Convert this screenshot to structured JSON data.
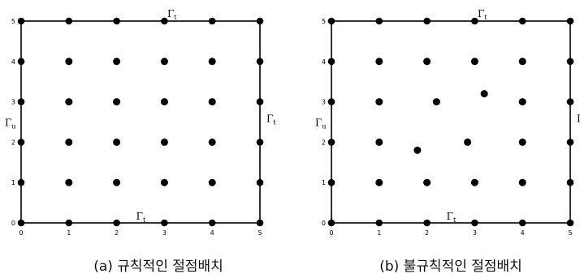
{
  "panels": [
    {
      "id": "a",
      "caption": "(a) 규칙적인 절점배치",
      "ticks": [
        "0",
        "1",
        "2",
        "3",
        "4",
        "5"
      ],
      "boundary": {
        "top": {
          "symbol": "Γ",
          "sub": "t"
        },
        "bottom": {
          "symbol": "Γ",
          "sub": "t"
        },
        "left": {
          "symbol": "Γ",
          "sub": "u"
        },
        "right": {
          "symbol": "Γ",
          "sub": "t"
        }
      },
      "interior_nodes": [
        [
          1,
          1
        ],
        [
          2,
          1
        ],
        [
          3,
          1
        ],
        [
          4,
          1
        ],
        [
          1,
          2
        ],
        [
          2,
          2
        ],
        [
          3,
          2
        ],
        [
          4,
          2
        ],
        [
          1,
          3
        ],
        [
          2,
          3
        ],
        [
          3,
          3
        ],
        [
          4,
          3
        ],
        [
          1,
          4
        ],
        [
          2,
          4
        ],
        [
          3,
          4
        ],
        [
          4,
          4
        ]
      ]
    },
    {
      "id": "b",
      "caption": "(b) 불규칙적인 절점배치",
      "ticks": [
        "0",
        "1",
        "2",
        "3",
        "4",
        "5"
      ],
      "boundary": {
        "top": {
          "symbol": "Γ",
          "sub": "t"
        },
        "bottom": {
          "symbol": "Γ",
          "sub": "t"
        },
        "left": {
          "symbol": "Γ",
          "sub": "u"
        },
        "right": {
          "symbol": "Γ",
          "sub": ""
        }
      },
      "interior_nodes": [
        [
          1,
          1
        ],
        [
          2,
          1
        ],
        [
          3,
          1
        ],
        [
          4,
          1
        ],
        [
          1,
          2
        ],
        [
          1.8,
          1.8
        ],
        [
          2.85,
          2
        ],
        [
          4,
          2
        ],
        [
          1,
          3
        ],
        [
          2.2,
          3
        ],
        [
          3.2,
          3.2
        ],
        [
          4,
          3
        ],
        [
          1,
          4
        ],
        [
          2,
          4
        ],
        [
          3,
          4
        ],
        [
          4,
          4
        ]
      ]
    }
  ]
}
